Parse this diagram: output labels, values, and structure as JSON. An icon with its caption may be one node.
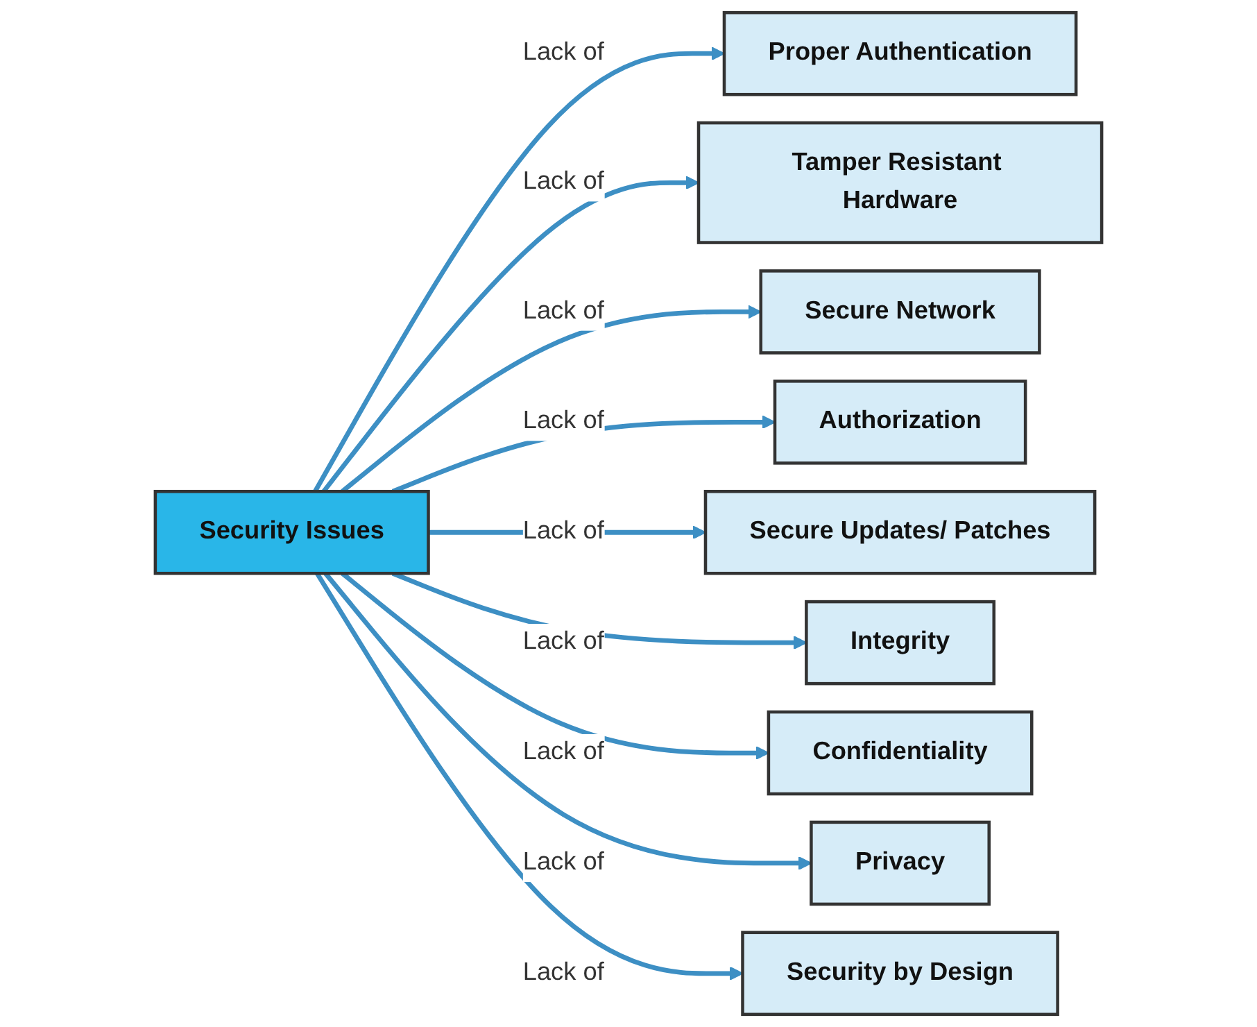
{
  "diagram": {
    "nodes": [
      {
        "text": [
          "Proper Authentication"
        ]
      },
      {
        "text": [
          "Tamper Resistant Hardware"
        ]
      },
      {
        "text": [
          "Secure Network"
        ]
      },
      {
        "text": [
          "Authorization"
        ]
      },
      {
        "text": [
          "Security Issues"
        ]
      },
      {
        "text": [
          "Secure Updates/ Patches"
        ]
      },
      {
        "text": [
          "Integrity"
        ]
      },
      {
        "text": [
          "Confidentiality"
        ]
      },
      {
        "text": [
          "Privacy"
        ]
      },
      {
        "text": [
          "Security by Design"
        ]
      }
    ],
    "edges": [
      {
        "from": 4,
        "to": 0,
        "arrow": "to",
        "label": "Lack of"
      },
      {
        "from": 4,
        "to": 1,
        "arrow": "to",
        "label": "Lack of"
      },
      {
        "from": 4,
        "to": 2,
        "arrow": "to",
        "label": "Lack of"
      },
      {
        "from": 4,
        "to": 3,
        "arrow": "to",
        "label": "Lack of"
      },
      {
        "from": 4,
        "to": 5,
        "arrow": "to",
        "label": "Lack of"
      },
      {
        "from": 4,
        "to": 6,
        "arrow": "to",
        "label": "Lack of"
      },
      {
        "from": 4,
        "to": 7,
        "arrow": "to",
        "label": "Lack of"
      },
      {
        "from": 4,
        "to": 8,
        "arrow": "to",
        "label": "Lack of"
      },
      {
        "from": 4,
        "to": 9,
        "arrow": "to",
        "label": "Lack of"
      }
    ]
  }
}
